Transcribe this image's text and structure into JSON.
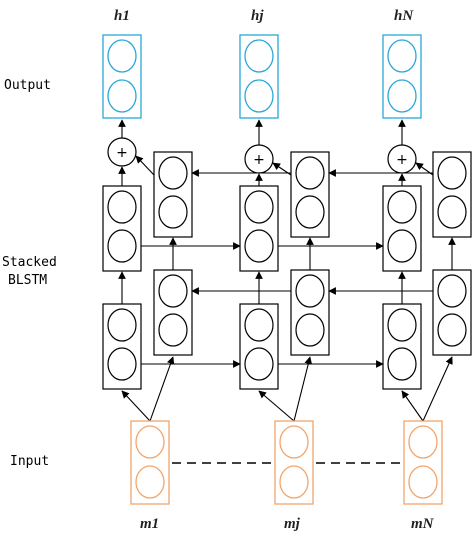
{
  "labels": {
    "output": "Output",
    "stacked": "Stacked",
    "blstm": "BLSTM",
    "input": "Input"
  },
  "outputs": {
    "h1": "h1",
    "hj": "hj",
    "hN": "hN"
  },
  "inputs": {
    "m1": "m1",
    "mj": "mj",
    "mN": "mN"
  },
  "plus_symbol": "+",
  "colors": {
    "output": "#2aa7d8",
    "input": "#f2a46b",
    "line": "#000000"
  }
}
